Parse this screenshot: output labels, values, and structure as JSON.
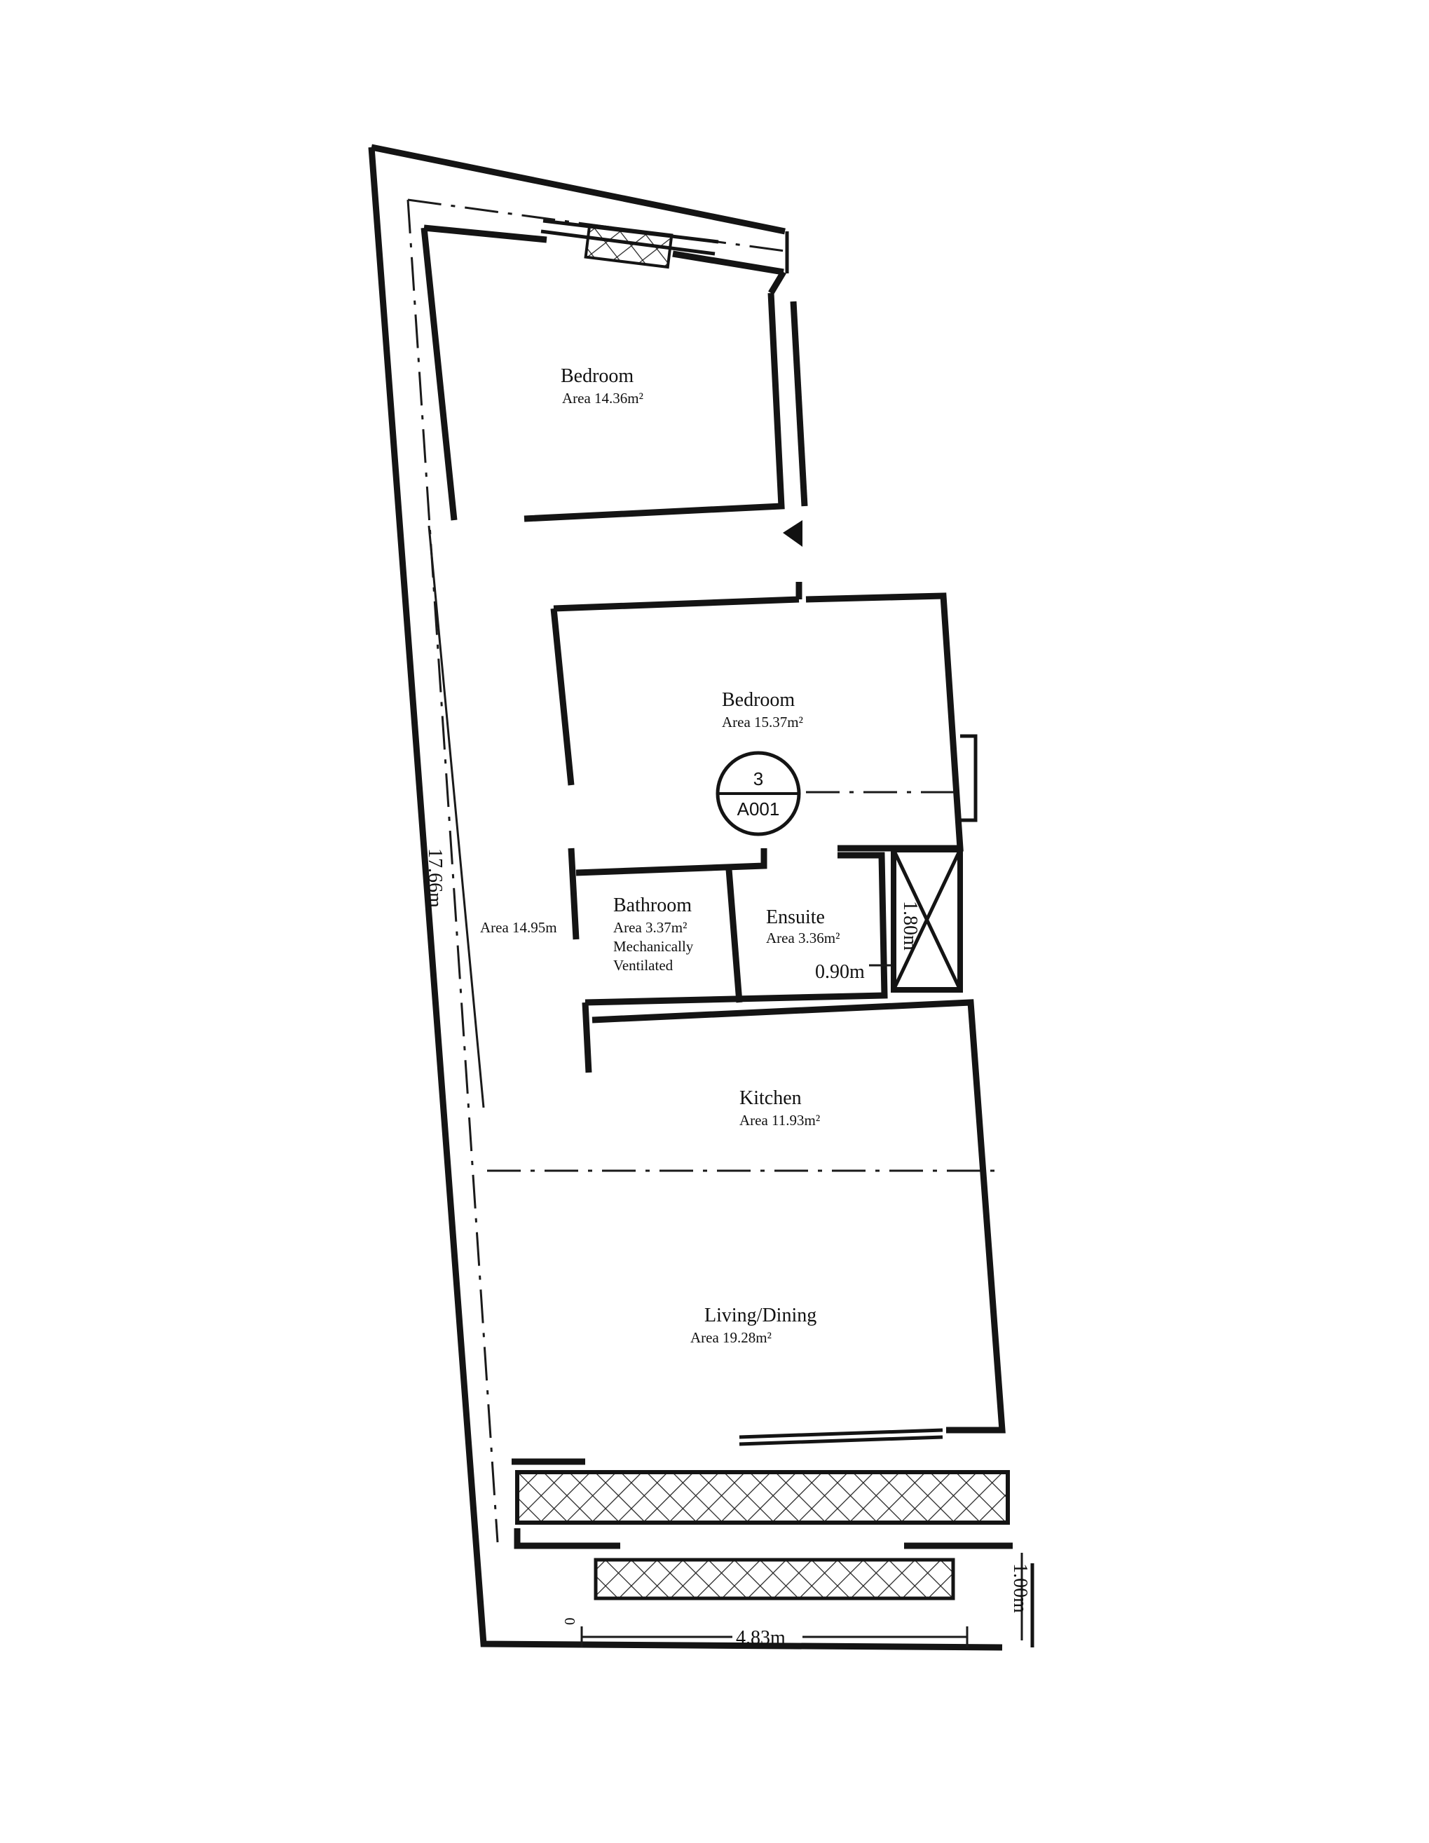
{
  "rooms": [
    {
      "name": "Bedroom",
      "area": "Area 14.36m²"
    },
    {
      "name": "Bedroom",
      "area": "Area 15.37m²"
    },
    {
      "name": "Bathroom",
      "area": "Area 3.37m²",
      "note_1": "Mechanically",
      "note_2": "Ventilated"
    },
    {
      "name": "Ensuite",
      "area": "Area 3.36m²"
    },
    {
      "name": "Kitchen",
      "area": "Area 11.93m²"
    },
    {
      "name": "Living/Dining",
      "area": "Area 19.28m²"
    }
  ],
  "corridor": {
    "area": "Area 14.95m"
  },
  "dimensions": {
    "overall_length": "17.66m",
    "balcony_width": "4.83m",
    "balcony_depth": "1.00m",
    "shaft_width": "0.90m",
    "shaft_length": "1.80m",
    "zero_mark": "0"
  },
  "section_marker": {
    "number": "3",
    "sheet": "A001"
  }
}
